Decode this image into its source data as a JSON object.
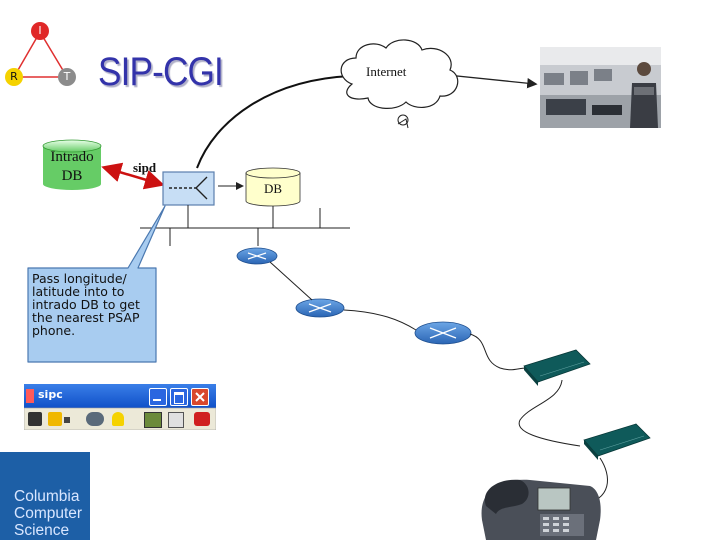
{
  "title": "SIP-CGI",
  "triangle": {
    "top": "I",
    "left": "R",
    "right": "T"
  },
  "intrado_db": {
    "line1": "Intrado",
    "line2": "DB"
  },
  "sipd_label": "sipd",
  "db_label": "DB",
  "internet_label": "Internet",
  "callout_text": "Pass longitude/ latitude into to intrado DB to get the nearest PSAP phone.",
  "sipc_window": {
    "title": "sipc"
  },
  "logo": {
    "line1": "Columbia",
    "line2": "Computer",
    "line3": "Science"
  },
  "icons": {
    "sipc": "sipc-app-icon",
    "minimize": "minimize-icon",
    "maximize": "maximize-icon",
    "close": "close-icon",
    "router": "router-icon",
    "switch": "switch-icon",
    "phone": "ip-phone-icon",
    "crown": "crown-icon"
  },
  "colors": {
    "title": "#3333aa",
    "triangle_edge": "#e03030",
    "node_i": "#e02828",
    "node_r": "#f5d200",
    "node_t": "#8c8c8c",
    "db_fill": "#ffffcc",
    "intrado_fill": "#66cc66",
    "callout_fill": "#a8ccf0",
    "router": "#3d7fcf",
    "switch": "#0f5a5a",
    "logo_bg": "#1d5fa6"
  }
}
